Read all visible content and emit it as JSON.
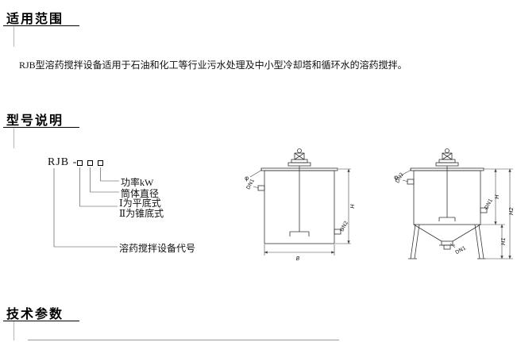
{
  "scope": {
    "heading": "适用范围",
    "body": "RJB型溶药搅拌设备适用于石油和化工等行业污水处理及中小型冷却塔和循环水的溶药搅拌。"
  },
  "model": {
    "heading": "型号说明",
    "code_prefix": "RJB -",
    "labels": {
      "power": "功率kW",
      "diameter": "筒体直径",
      "flat": "Ⅰ为平底式",
      "cone": "Ⅱ为锥底式",
      "device_code": "溶药搅拌设备代号"
    }
  },
  "tech": {
    "heading": "技术参数"
  },
  "flat_tank": {
    "phi": "φ",
    "dn1": "DN1",
    "dn2": "DN2",
    "b": "B",
    "h": "H"
  },
  "cone_tank": {
    "phi": "φ",
    "dn1": "DN1",
    "dn2": "DN2",
    "outlet": "DN1",
    "h": "H",
    "h1": "H1",
    "h2": "H2"
  }
}
